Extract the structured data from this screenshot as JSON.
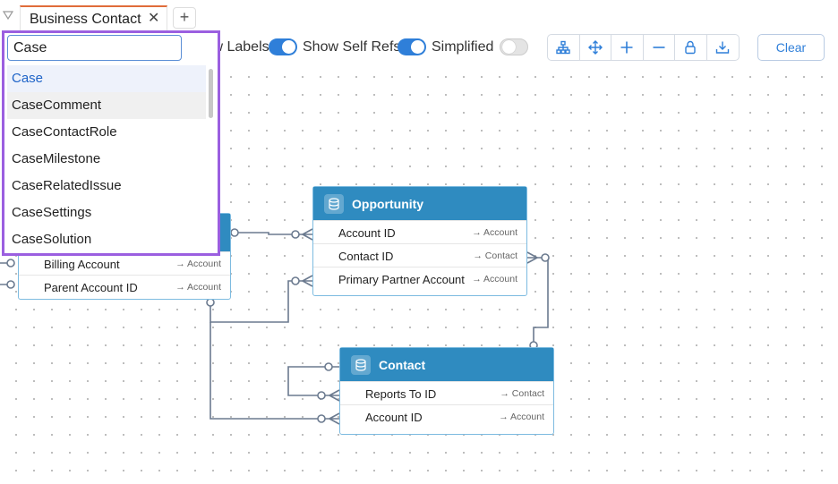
{
  "tabs": [
    {
      "label": "Business Contact",
      "active": true
    }
  ],
  "toolbar": {
    "show_labels": {
      "label": "Show Labels",
      "on": true
    },
    "show_self_refs": {
      "label": "Show Self Refs",
      "on": true
    },
    "simplified": {
      "label": "Simplified",
      "on": false
    },
    "icons": [
      "hierarchy-icon",
      "move-icon",
      "zoom-in-icon",
      "zoom-out-icon",
      "lock-icon",
      "download-icon"
    ],
    "clear_label": "Clear",
    "accent": "#2f7fd9"
  },
  "search": {
    "value": "Case",
    "results": [
      "Case",
      "CaseComment",
      "CaseContactRole",
      "CaseMilestone",
      "CaseRelatedIssue",
      "CaseSettings",
      "CaseSolution"
    ],
    "selected": "Case",
    "hovered": "CaseComment"
  },
  "entities": {
    "account": {
      "fields": [
        {
          "name": "Billing Account",
          "ref": "→ Account"
        },
        {
          "name": "Parent Account ID",
          "ref": "→ Account"
        }
      ]
    },
    "opportunity": {
      "title": "Opportunity",
      "fields": [
        {
          "name": "Account ID",
          "ref": "→ Account"
        },
        {
          "name": "Contact ID",
          "ref": "→ Contact"
        },
        {
          "name": "Primary Partner Account",
          "ref": "→ Account"
        }
      ]
    },
    "contact": {
      "title": "Contact",
      "fields": [
        {
          "name": "Reports To ID",
          "ref": "→ Contact"
        },
        {
          "name": "Account ID",
          "ref": "→ Account"
        }
      ]
    }
  },
  "colors": {
    "header": "#2f8bc0",
    "border": "#7dbbe0",
    "link": "#6b7a8f",
    "highlight": "#9b5fe0"
  }
}
